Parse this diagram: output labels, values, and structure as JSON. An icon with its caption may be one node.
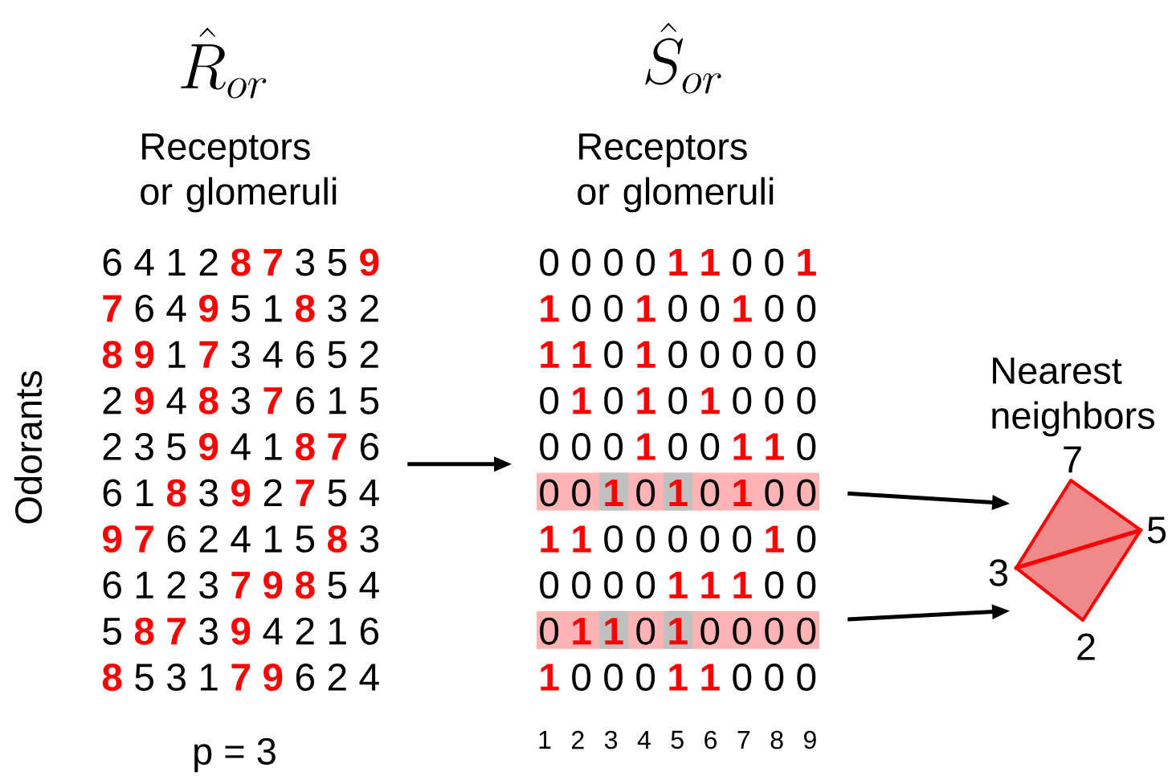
{
  "diagram": {
    "nodes": [
      {
        "text": [
          "6 4 1 2 **8** **7** 3 5 **9**",
          "**7** 6 4 **9** 5 1 **8** 3 2",
          "**8** **9** 1 **7** 3 4 6 5 2",
          "2 **9** 4 **8** 3 **7** 6 1 5",
          "2 3 5 **9** 4 1 **8** **7** 6",
          "6 1 **8** 3 **9** 2 **7** 5 4",
          "**9** **7** 6 2 4 1 5 **8** 3",
          "6 1 2 3 **7** **9** **8** 5 4",
          "5 **8** **7** 3 **9** 4 2 1 6",
          "**8** 5 3 1 **7** **9** 6 2 4"
        ]
      },
      {
        "text": [
          "0 0 0 0 **1** **1** 0 0 **1**",
          "**1** 0 0 **1** 0 0 **1** 0 0",
          "**1** **1** 0 **1** 0 0 0 0 0",
          "0 **1** 0 **1** 0 **1** 0 0 0",
          "0 0 0 **1** 0 0 **1** **1** 0",
          "**1** **1** 0 0 0 0 0 **1** 0",
          "0 0 0 0 **1** **1** **1** 0 0",
          "**1** 0 0 0 **1** **1** 0 0 0"
        ]
      },
      {
        "text": [
          "0 0 **1** 0 **1** 0 **1** 0 0"
        ],
        "in": 1
      },
      {
        "text": [
          "0 **1** **1** 0 **1** 0 0 0 0"
        ],
        "in": 1
      },
      {
        "text": [],
        "shape": "diamond",
        "beside": [
          "Nearest neighbors",
          "7",
          "5",
          "3",
          "2"
        ]
      }
    ],
    "edges": [
      {
        "from": 0,
        "to": 1,
        "arrow": "to"
      },
      {
        "from": 2,
        "to": 4,
        "arrow": "to"
      },
      {
        "from": 3,
        "to": 4,
        "arrow": "to"
      }
    ],
    "labels": [
      "\\hat{R}_{or}",
      "\\hat{S}_{or}",
      "Receptors or glomeruli",
      "Receptors or glomeruli",
      "Odorants",
      "1",
      "2",
      "3",
      "4",
      "5",
      "6",
      "7",
      "8",
      "9",
      "p = 3"
    ]
  }
}
